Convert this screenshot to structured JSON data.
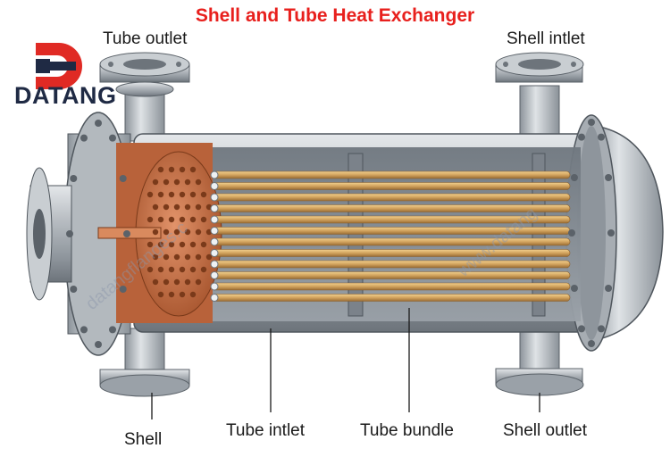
{
  "title": "Shell and Tube Heat Exchanger",
  "brand": {
    "name": "DATANG",
    "watermarks": [
      "datangflanges.c",
      "www.datang"
    ]
  },
  "labels": {
    "tube_outlet": "Tube outlet",
    "shell_inlet": "Shell intlet",
    "shell": "Shell",
    "tube_inlet": "Tube intlet",
    "tube_bundle": "Tube bundle",
    "shell_outlet": "Shell outlet"
  },
  "colors": {
    "title": "#e8201d",
    "logo_red": "#e02a24",
    "logo_navy": "#1f2a44",
    "steel": "#9aa1a8",
    "copper": "#c8774a",
    "tube_gold": "#d2a35e"
  }
}
